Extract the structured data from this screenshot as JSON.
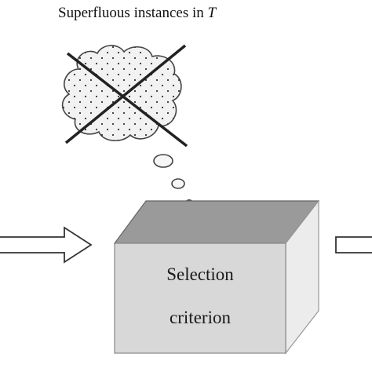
{
  "caption": {
    "prefix": "Superfluous instances in ",
    "variable": "T"
  },
  "box": {
    "line1": "Selection",
    "line2": "criterion"
  },
  "colors": {
    "front_face": "#d8d8d8",
    "top_face": "#9a9a9a",
    "side_face": "#ececec",
    "outline": "#555555",
    "cloud_fill": "#f2f2f2",
    "cross": "#222222"
  },
  "icons": {
    "cloud": "cloud-icon",
    "cross": "cross-icon",
    "input_arrow": "right-arrow-icon",
    "output_arrow": "right-arrow-icon"
  }
}
